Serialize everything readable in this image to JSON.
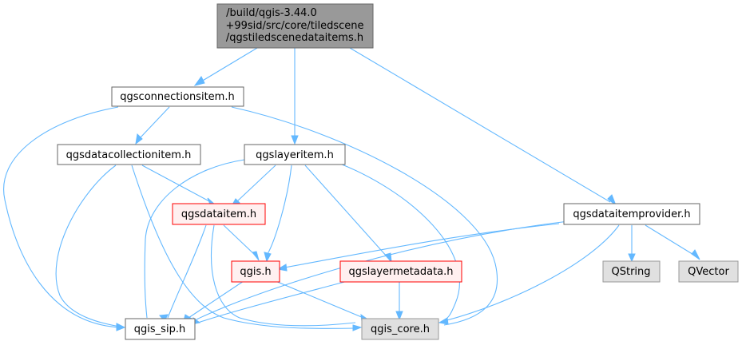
{
  "nodes": {
    "focus": [
      "/build/qgis-3.44.0",
      "+99sid/src/core/tiledscene",
      "/qgstiledscenedataitems.h"
    ],
    "connectionsitem": "qgsconnectionsitem.h",
    "datacollectionitem": "qgsdatacollectionitem.h",
    "layeritem": "qgslayeritem.h",
    "dataitemprovider": "qgsdataitemprovider.h",
    "dataitem": "qgsdataitem.h",
    "qgis": "qgis.h",
    "layermetadata": "qgslayermetadata.h",
    "qstring": "QString",
    "qvector": "QVector",
    "qgis_sip": "qgis_sip.h",
    "qgis_core": "qgis_core.h"
  },
  "colors": {
    "edge": "#63b8ff",
    "focus_fill": "#999999",
    "normal_border": "#666666",
    "highlight_border": "#ff0000",
    "highlight_fill": "#fff0f0",
    "external_fill": "#e0e0e0"
  }
}
